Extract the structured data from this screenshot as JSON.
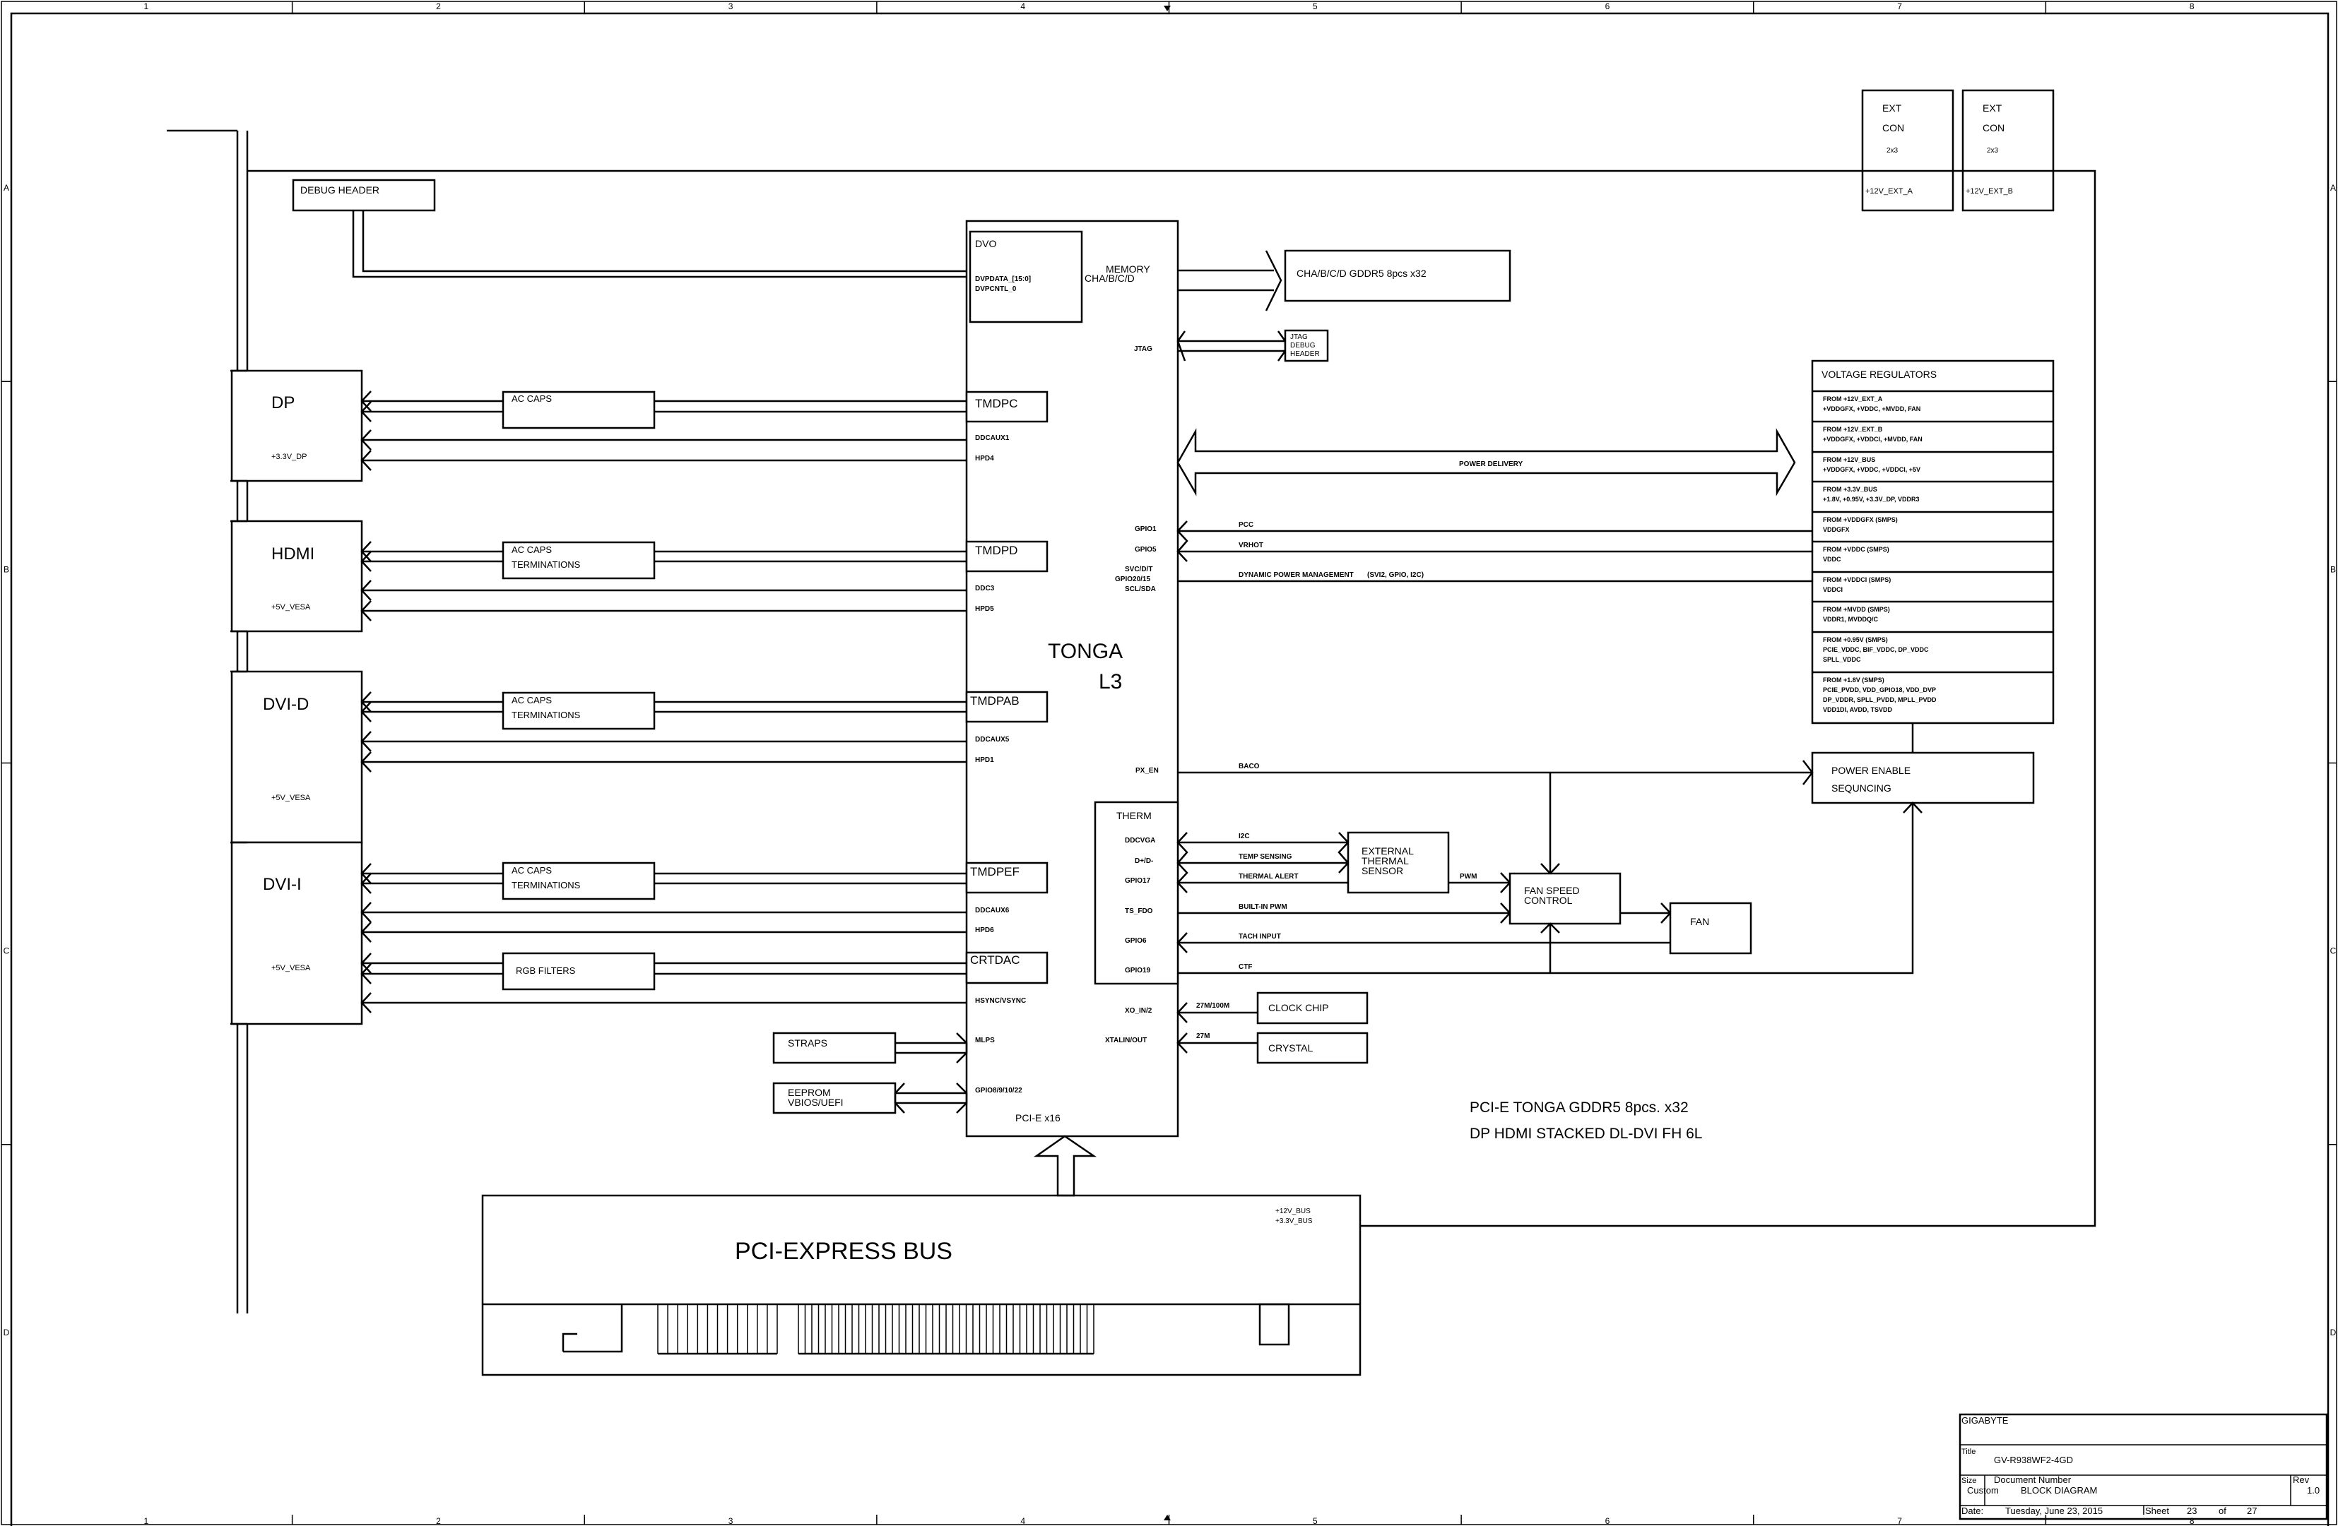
{
  "sheet": {
    "column_markers": [
      "1",
      "2",
      "3",
      "4",
      "5",
      "6",
      "7",
      "8"
    ],
    "row_markers": [
      "A",
      "B",
      "C",
      "D"
    ]
  },
  "gpu": {
    "name_line1": "TONGA",
    "name_line2": "L3",
    "bus_label": "PCI-E x16",
    "dvo": {
      "title": "DVO",
      "pins": [
        "DVPDATA_[15:0]",
        "DVPCNTL_0"
      ]
    },
    "memory_label_line1": "MEMORY",
    "memory_label_line2": "CHA/B/C/D",
    "jtag_pin": "JTAG",
    "left_pins": {
      "ddcaux1": "DDCAUX1",
      "hpd4": "HPD4",
      "ddc3": "DDC3",
      "hpd5": "HPD5",
      "ddcaux5": "DDCAUX5",
      "hpd1": "HPD1",
      "ddcaux6": "DDCAUX6",
      "hpd6": "HPD6",
      "hsync": "HSYNC/VSYNC",
      "mlps": "MLPS",
      "gpio_rom": "GPIO8/9/10/22"
    },
    "right_pins": {
      "gpio1": "GPIO1",
      "gpio5": "GPIO5",
      "svc": "SVC/D/T",
      "gpio2015": "GPIO20/15",
      "scl": "SCL/SDA",
      "px_en": "PX_EN",
      "xo_in": "XO_IN/2",
      "xtal": "XTALIN/OUT"
    },
    "interfaces": [
      "TMDPC",
      "TMDPD",
      "TMDPAB",
      "TMDPEF",
      "CRTDAC"
    ],
    "therm": {
      "title": "THERM",
      "pins": [
        "DDCVGA",
        "D+/D-",
        "GPIO17",
        "TS_FDO",
        "GPIO6",
        "GPIO19"
      ]
    }
  },
  "connectors": [
    {
      "name": "DP",
      "rail": "+3.3V_DP"
    },
    {
      "name": "HDMI",
      "rail": "+5V_VESA"
    },
    {
      "name": "DVI-D",
      "rail": "+5V_VESA"
    },
    {
      "name": "DVI-I",
      "rail": "+5V_VESA"
    }
  ],
  "filters": [
    {
      "line1": "AC CAPS",
      "line2": ""
    },
    {
      "line1": "AC CAPS",
      "line2": "TERMINATIONS"
    },
    {
      "line1": "AC CAPS",
      "line2": "TERMINATIONS"
    },
    {
      "line1": "AC CAPS",
      "line2": "TERMINATIONS"
    },
    {
      "line1": "RGB FILTERS",
      "line2": ""
    }
  ],
  "debug_header": "DEBUG HEADER",
  "memory_box": "CHA/B/C/D GDDR5 8pcs x32",
  "jtag_box": [
    "JTAG",
    "DEBUG",
    "HEADER"
  ],
  "power_delivery": "POWER DELIVERY",
  "signals": {
    "pcc": "PCC",
    "vrhot": "VRHOT",
    "dpm": "DYNAMIC POWER MANAGEMENT",
    "dpm_bus": "(SVI2, GPIO, I2C)",
    "baco": "BACO",
    "i2c": "I2C",
    "temp": "TEMP SENSING",
    "alert": "THERMAL ALERT",
    "pwm": "PWM",
    "builtin_pwm": "BUILT-IN PWM",
    "tach": "TACH INPUT",
    "ctf": "CTF",
    "clk_freq": "27M/100M",
    "xtal_freq": "27M"
  },
  "ext_connectors": [
    {
      "line1": "EXT",
      "line2": "CON",
      "pins": "2x3",
      "rail": "+12V_EXT_A"
    },
    {
      "line1": "EXT",
      "line2": "CON",
      "pins": "2x3",
      "rail": "+12V_EXT_B"
    }
  ],
  "voltage_regulators": {
    "title": "VOLTAGE REGULATORS",
    "rows": [
      [
        "FROM +12V_EXT_A",
        "+VDDGFX, +VDDC, +MVDD, FAN"
      ],
      [
        "FROM +12V_EXT_B",
        "+VDDGFX, +VDDCI, +MVDD, FAN"
      ],
      [
        "FROM +12V_BUS",
        "+VDDGFX, +VDDC, +VDDCI, +5V"
      ],
      [
        "FROM +3.3V_BUS",
        "+1.8V, +0.95V, +3.3V_DP, VDDR3"
      ],
      [
        "FROM +VDDGFX (SMPS)",
        "VDDGFX"
      ],
      [
        "FROM +VDDC (SMPS)",
        "VDDC"
      ],
      [
        "FROM +VDDCI (SMPS)",
        "VDDCI"
      ],
      [
        "FROM +MVDD (SMPS)",
        "VDDR1, MVDDQ/C"
      ],
      [
        "FROM +0.95V (SMPS)",
        "PCIE_VDDC, BIF_VDDC, DP_VDDC",
        "SPLL_VDDC"
      ],
      [
        "FROM +1.8V (SMPS)",
        "PCIE_PVDD, VDD_GPIO18, VDD_DVP",
        "DP_VDDR, SPLL_PVDD, MPLL_PVDD",
        "VDD1DI, AVDD, TSVDD"
      ]
    ]
  },
  "power_enable": {
    "line1": "POWER ENABLE",
    "line2": "SEQUNCING"
  },
  "ext_thermal": [
    "EXTERNAL",
    "THERMAL",
    "SENSOR"
  ],
  "fan_speed": [
    "FAN SPEED",
    "CONTROL"
  ],
  "fan": "FAN",
  "clock_chip": "CLOCK CHIP",
  "crystal": "CRYSTAL",
  "straps": "STRAPS",
  "eeprom": [
    "EEPROM",
    "VBIOS/UEFI"
  ],
  "pcie_bus": {
    "title": "PCI-EXPRESS BUS",
    "rails": [
      "+12V_BUS",
      "+3.3V_BUS"
    ]
  },
  "notes": [
    "PCI-E TONGA GDDR5 8pcs. x32",
    "DP HDMI STACKED DL-DVI FH 6L"
  ],
  "title_block": {
    "company": "GIGABYTE",
    "title_label": "Title",
    "title": "GV-R938WF2-4GD",
    "size_label": "Size",
    "size": "Custom",
    "docnum_label": "Document Number",
    "docnum": "BLOCK DIAGRAM",
    "rev_label": "Rev",
    "rev": "1.0",
    "date_label": "Date:",
    "date": "Tuesday, June 23, 2015",
    "sheet_label": "Sheet",
    "sheet": "23",
    "of_label": "of",
    "total": "27"
  }
}
